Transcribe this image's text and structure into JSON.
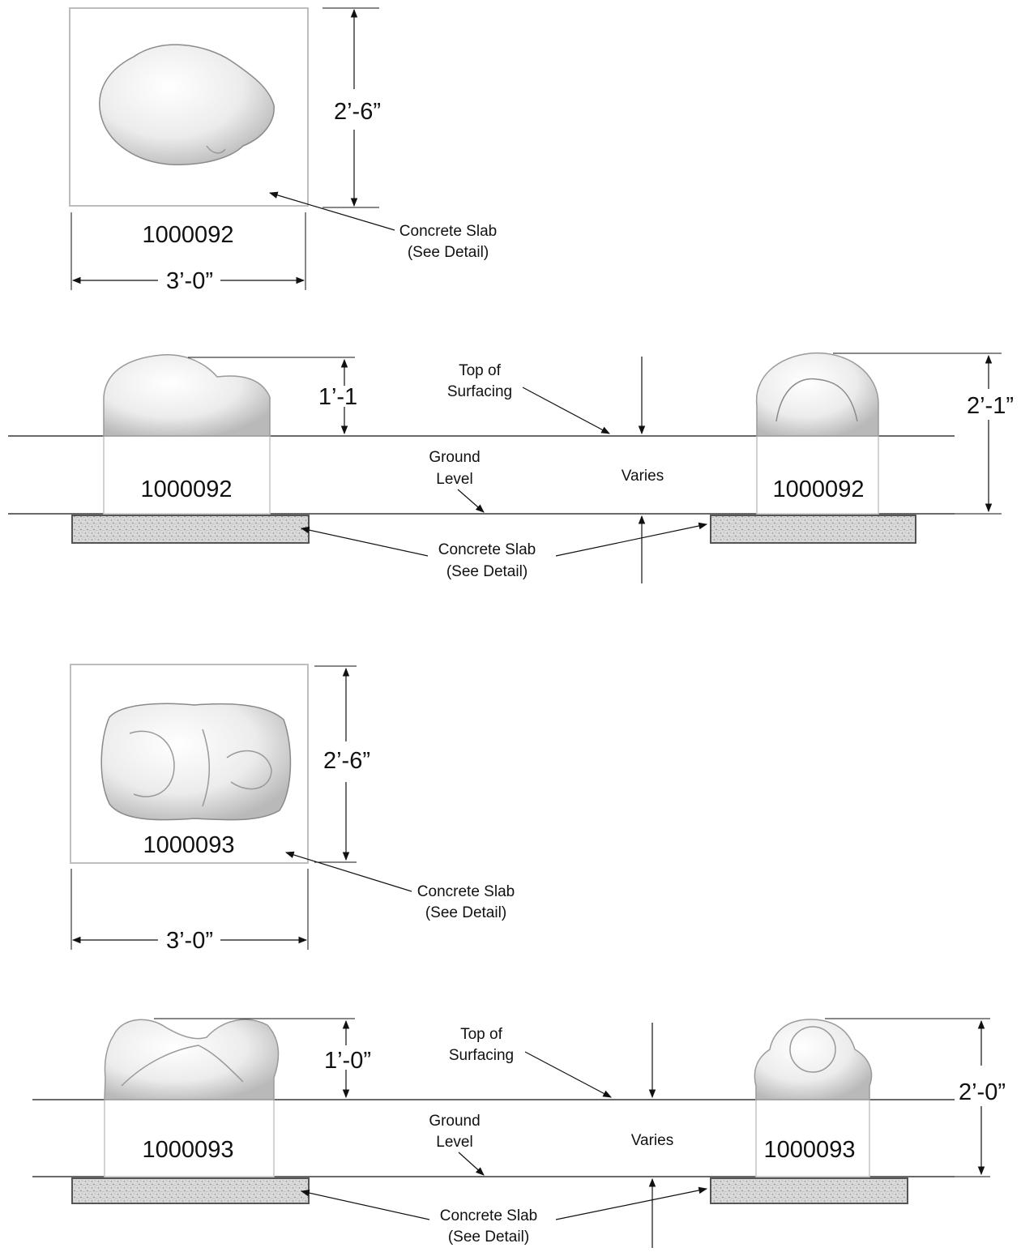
{
  "plan_a": {
    "item": "1000092",
    "depth_dim": "2’-6”",
    "width_dim": "3’-0”",
    "slab_label_1": "Concrete Slab",
    "slab_label_2": "(See Detail)"
  },
  "elev_a": {
    "item_left": "1000092",
    "item_right": "1000092",
    "left_height_dim": "1’-1",
    "right_height_dim": "2’-1”",
    "top_surfacing_1": "Top of",
    "top_surfacing_2": "Surfacing",
    "ground_1": "Ground",
    "ground_2": "Level",
    "varies": "Varies",
    "slab_label_1": "Concrete Slab",
    "slab_label_2": "(See Detail)"
  },
  "plan_b": {
    "item": "1000093",
    "depth_dim": "2’-6”",
    "width_dim": "3’-0”",
    "slab_label_1": "Concrete Slab",
    "slab_label_2": "(See Detail)"
  },
  "elev_b": {
    "item_left": "1000093",
    "item_right": "1000093",
    "left_height_dim": "1’-0”",
    "right_height_dim": "2’-0”",
    "top_surfacing_1": "Top of",
    "top_surfacing_2": "Surfacing",
    "ground_1": "Ground",
    "ground_2": "Level",
    "varies": "Varies",
    "slab_label_1": "Concrete Slab",
    "slab_label_2": "(See Detail)"
  }
}
